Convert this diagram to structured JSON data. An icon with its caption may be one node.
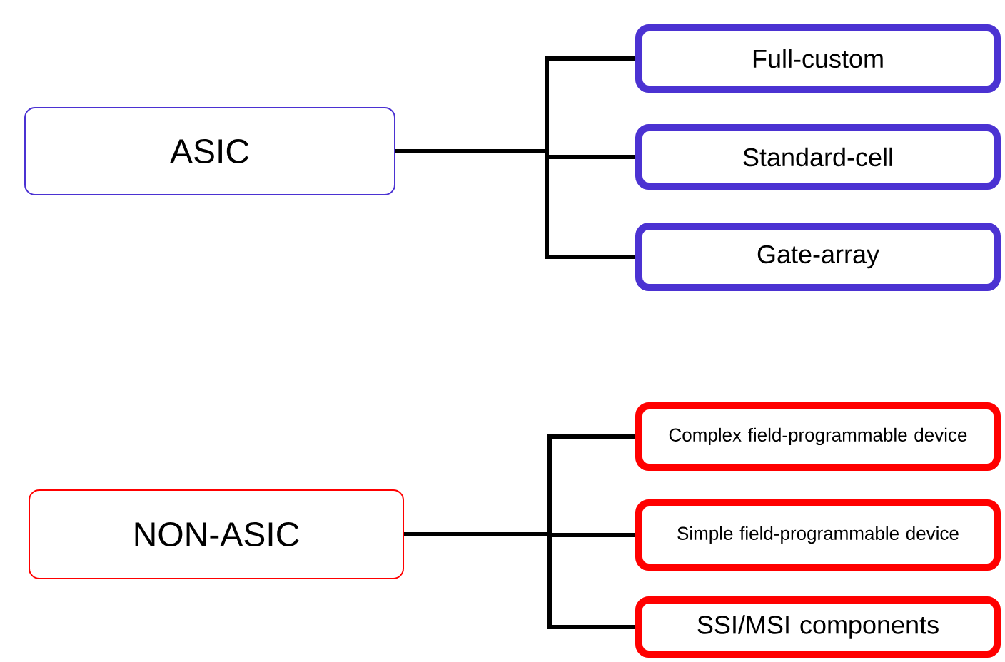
{
  "diagram": {
    "nodes": [
      {
        "text": [
          "ASIC"
        ]
      },
      {
        "text": [
          "Full-custom"
        ]
      },
      {
        "text": [
          "Standard-cell"
        ]
      },
      {
        "text": [
          "Gate-array"
        ]
      },
      {
        "text": [
          "NON-ASIC"
        ]
      },
      {
        "text": [
          "Complex field-programmable device"
        ]
      },
      {
        "text": [
          "Simple field-programmable device"
        ]
      },
      {
        "text": [
          "SSI/MSI components"
        ]
      }
    ],
    "edges": [
      {
        "from": 0,
        "to": 1,
        "arrow": "none"
      },
      {
        "from": 0,
        "to": 2,
        "arrow": "none"
      },
      {
        "from": 0,
        "to": 3,
        "arrow": "none"
      },
      {
        "from": 4,
        "to": 5,
        "arrow": "none"
      },
      {
        "from": 4,
        "to": 6,
        "arrow": "none"
      },
      {
        "from": 4,
        "to": 7,
        "arrow": "none"
      }
    ]
  }
}
